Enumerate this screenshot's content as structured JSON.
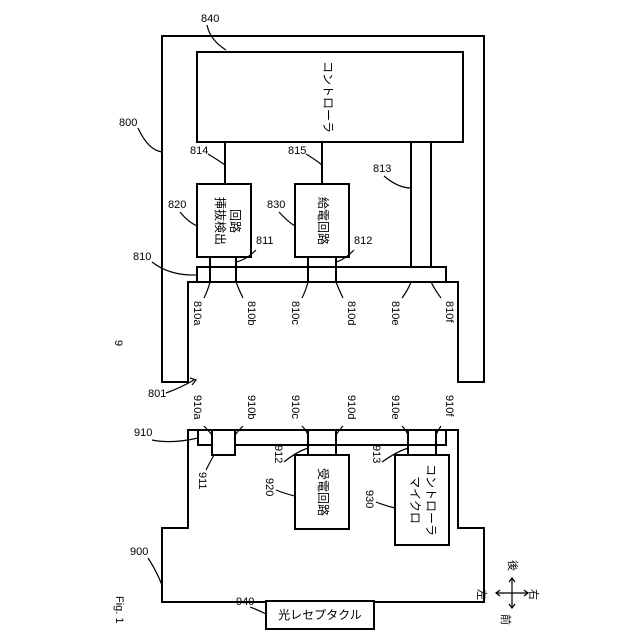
{
  "figure": {
    "caption": "Fig. 1",
    "system_ref": "9"
  },
  "device_800": {
    "ref": "800",
    "opening_ref": "801",
    "controller": {
      "ref": "840",
      "label": "コントローラ"
    },
    "detect_circuit": {
      "ref": "820",
      "label_line1": "挿抜検出",
      "label_line2": "回路"
    },
    "power_circuit": {
      "ref": "830",
      "label": "給電回路"
    },
    "connector_ref": "810",
    "wire_refs": [
      "811",
      "812",
      "813",
      "814",
      "815"
    ],
    "terminals": [
      "810a",
      "810b",
      "810c",
      "810d",
      "810e",
      "810f"
    ]
  },
  "device_900": {
    "ref": "900",
    "receive_circuit": {
      "ref": "920",
      "label": "受電回路"
    },
    "microcontroller": {
      "ref": "930",
      "label_line1": "マイクロ",
      "label_line2": "コントローラ"
    },
    "receptacle": {
      "ref": "940",
      "label": "光レセプタクル"
    },
    "small_block_ref": "911",
    "connector_ref": "910",
    "wire_refs": [
      "912",
      "913"
    ],
    "terminals": [
      "910a",
      "910b",
      "910c",
      "910d",
      "910e",
      "910f"
    ]
  },
  "orientation": {
    "rear": "後",
    "front": "前",
    "left": "左",
    "right": "右"
  }
}
